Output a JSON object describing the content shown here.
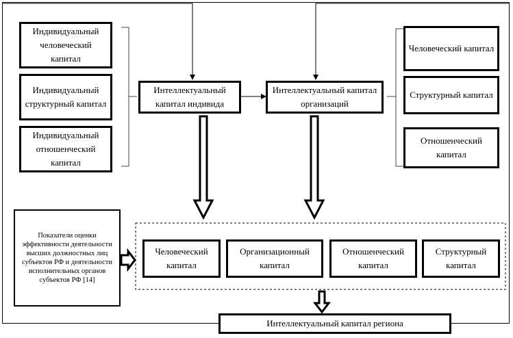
{
  "left_group": {
    "individual_human": "Индивидуальный человеческий капитал",
    "individual_structural": "Индивидуальный структурный капитал",
    "individual_relational": "Индивидуальный отношенческий капитал"
  },
  "center": {
    "individual_ic": "Интеллектуальный капитал индивида",
    "organization_ic": "Интеллектуальный капитал организаций"
  },
  "right_group": {
    "human": "Человеческий капитал",
    "structural": "Структурный капитал",
    "relational": "Отношенческий капитал"
  },
  "indicators": "Показатели оценки эффективности деятельности высших должностных лиц субъектов РФ и деятельности исполнительных органов субъектов РФ [14]",
  "region_components": {
    "human": "Человеческий капитал",
    "organizational": "Организационный капитал",
    "relational": "Отношенческий капитал",
    "structural": "Структурный капитал"
  },
  "region_ic": "Интеллектуальный капитал региона"
}
